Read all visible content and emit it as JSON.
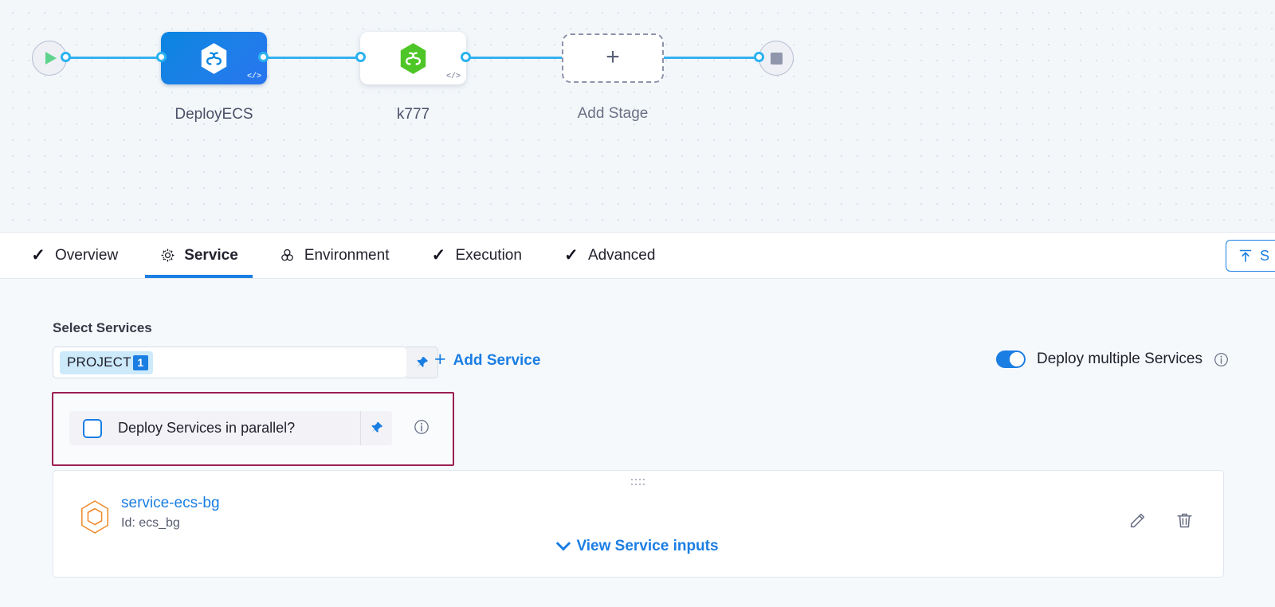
{
  "pipeline": {
    "start_node_icon": "play-icon",
    "end_node_icon": "stop-icon",
    "stages": [
      {
        "name": "DeployECS",
        "icon": "harness-hex-icon",
        "badge": "</>",
        "selected": true
      },
      {
        "name": "k777",
        "icon": "harness-hex-icon",
        "badge": "</>",
        "selected": false
      }
    ],
    "add_stage_label": "Add Stage",
    "add_stage_icon": "plus-icon"
  },
  "tabs": [
    {
      "label": "Overview",
      "icon": "check-icon",
      "active": false
    },
    {
      "label": "Service",
      "icon": "gear-icon",
      "active": true
    },
    {
      "label": "Environment",
      "icon": "environment-icon",
      "active": false
    },
    {
      "label": "Execution",
      "icon": "check-icon",
      "active": false
    },
    {
      "label": "Advanced",
      "icon": "check-icon",
      "active": false
    }
  ],
  "save_template_button": {
    "label": "S",
    "icon": "save-template-icon"
  },
  "service_tab": {
    "select_services_label": "Select Services",
    "services_select": {
      "tag_label": "PROJECT",
      "tag_count": "1",
      "pin_icon": "pin-icon"
    },
    "add_service_button": {
      "label": "Add Service",
      "icon": "plus-icon"
    },
    "deploy_multiple": {
      "label": "Deploy multiple Services",
      "enabled": true,
      "info_icon": "info-icon"
    },
    "parallel": {
      "label": "Deploy Services in parallel?",
      "checked": false,
      "pin_icon": "pin-icon",
      "info_icon": "info-icon",
      "highlight_color": "#9c1f52"
    },
    "service_card": {
      "drag_handle_icon": "drag-handle-icon",
      "entity_icon": "service-hex-icon",
      "name": "service-ecs-bg",
      "id": "Id: ecs_bg",
      "view_inputs_label": "View Service inputs",
      "edit_icon": "pencil-icon",
      "delete_icon": "trash-icon"
    }
  },
  "colors": {
    "accent_blue": "#1b7ee3",
    "edge_blue": "#35b1f0",
    "highlight_maroon": "#9c1f52",
    "stage_blue": "#0b85e0",
    "stage_green": "#4ec627",
    "service_orange": "#f0892b"
  }
}
